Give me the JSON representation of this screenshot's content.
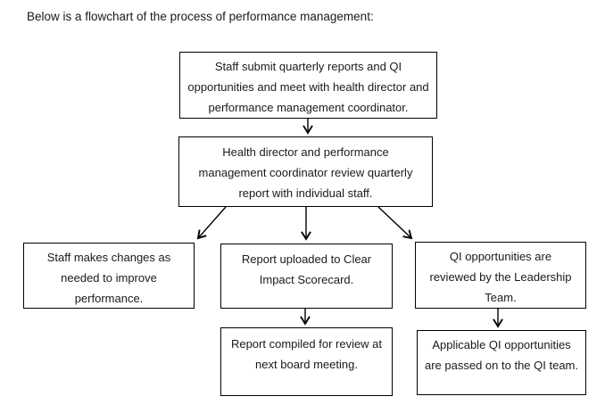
{
  "page": {
    "intro": "Below is a flowchart of the process of performance management:"
  },
  "flowchart": {
    "nodes": {
      "submit_reports": {
        "label": "Staff submit quarterly reports and QI opportunities and meet with health director and performance management coordinator."
      },
      "review_reports": {
        "label": "Health director and performance management coordinator review quarterly report with individual staff."
      },
      "staff_changes": {
        "label": "Staff makes changes as needed to improve performance."
      },
      "upload_scorecard": {
        "label": "Report uploaded to Clear Impact Scorecard."
      },
      "compile_board": {
        "label": "Report compiled for review at next board meeting."
      },
      "qi_leadership": {
        "label": "QI opportunities are reviewed by the Leadership Team."
      },
      "qi_team": {
        "label": "Applicable QI opportunities are passed on to the QI team."
      }
    },
    "edges": [
      {
        "from": "submit_reports",
        "to": "review_reports"
      },
      {
        "from": "review_reports",
        "to": "staff_changes"
      },
      {
        "from": "review_reports",
        "to": "upload_scorecard"
      },
      {
        "from": "review_reports",
        "to": "qi_leadership"
      },
      {
        "from": "upload_scorecard",
        "to": "compile_board"
      },
      {
        "from": "qi_leadership",
        "to": "qi_team"
      }
    ],
    "colors": {
      "background": "#ffffff",
      "box_border": "#000000",
      "text": "#1a1a1a",
      "arrow": "#000000"
    }
  }
}
